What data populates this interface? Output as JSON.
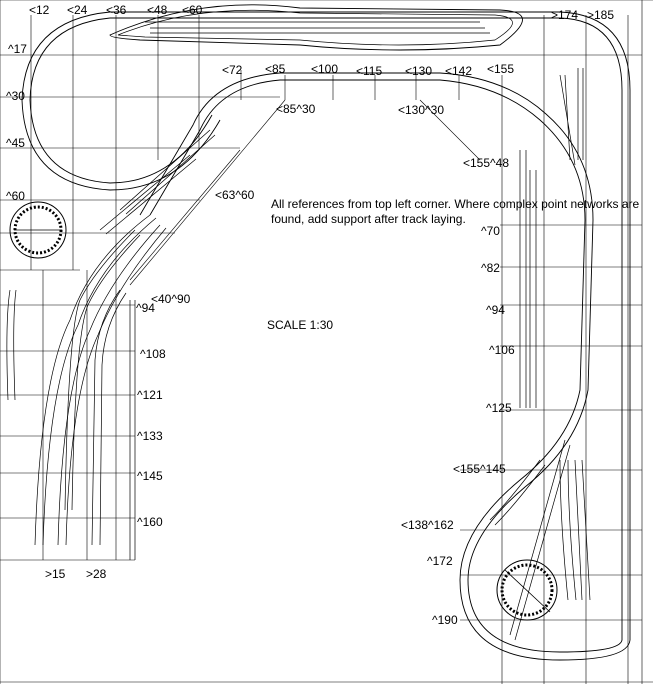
{
  "labels": {
    "x12": "<12",
    "x24": "<24",
    "x36": "<36",
    "x48": "<48",
    "x60": "<60",
    "x174": ">174",
    "x185": ">185",
    "y17": "^17",
    "y30": "^30",
    "y45": "^45",
    "y60": "^60",
    "x72": "<72",
    "x85": "<85",
    "x100": "<100",
    "x115": "<115",
    "x130": "<130",
    "x142": "<142",
    "x155": "<155",
    "c85_30": "<85^30",
    "c130_30": "<130^30",
    "c155_48": "<155^48",
    "c63_60": "<63^60",
    "c40_90": "<40^90",
    "y70": "^70",
    "y82": "^82",
    "y94r": "^94",
    "y106": "^106",
    "y125": "^125",
    "y94l": "^94",
    "y108": "^108",
    "y121": "^121",
    "y133": "^133",
    "y145": "^145",
    "y160": "^160",
    "c155_145": "<155^145",
    "c138_162": "<138^162",
    "y172": "^172",
    "y190": "^190",
    "x15": ">15",
    "x28": ">28"
  },
  "notes": {
    "references": "All references from top left corner. Where complex point networks are found, add support after track laying.",
    "scale": "SCALE 1:30"
  }
}
